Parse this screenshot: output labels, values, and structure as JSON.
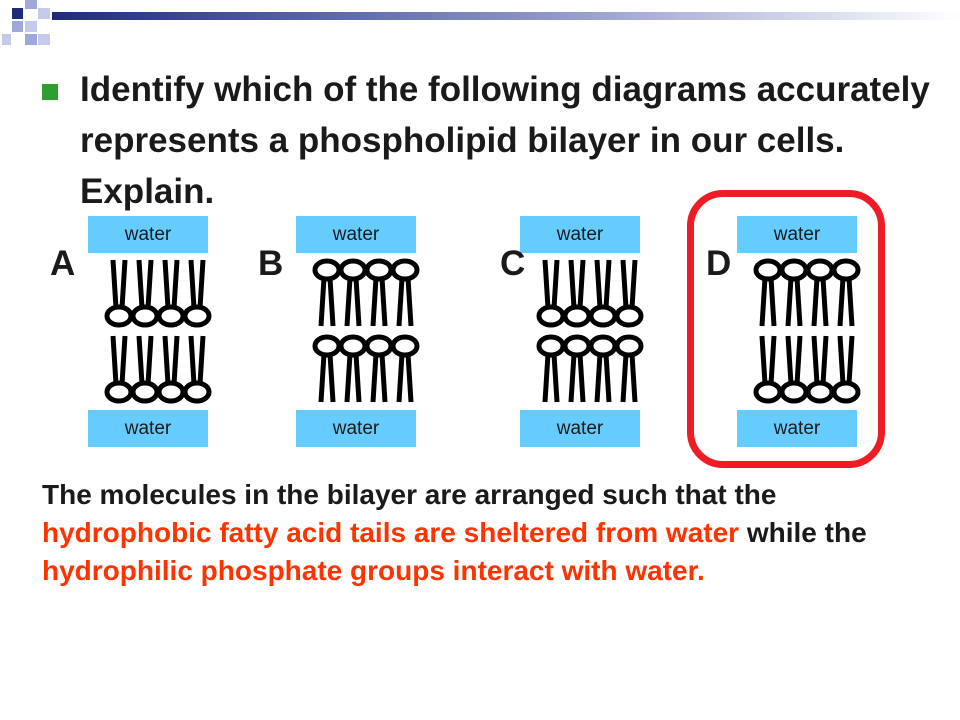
{
  "slide": {
    "question": "Identify which of the following diagrams accurately represents a phospholipid bilayer in our cells.  Explain.",
    "water_label": "water",
    "options": [
      {
        "letter": "A",
        "top_layer": "heads-down",
        "bottom_layer": "heads-down"
      },
      {
        "letter": "B",
        "top_layer": "heads-up",
        "bottom_layer": "heads-up"
      },
      {
        "letter": "C",
        "top_layer": "heads-down",
        "bottom_layer": "heads-up"
      },
      {
        "letter": "D",
        "top_layer": "heads-up",
        "bottom_layer": "heads-down"
      }
    ],
    "correct_option": "D",
    "explanation": {
      "p1": "The molecules in the bilayer are arranged such that the ",
      "p2": "hydrophobic  fatty acid tails are sheltered from water",
      "p3": " while the ",
      "p4": "h",
      "p5": "ydrophilic phosphate groups interact with water."
    }
  },
  "colors": {
    "water_box": "#66ccff",
    "highlight": "#ee1c24",
    "emphasis_text": "#ff3300",
    "corner_dark": "#1f2a7a",
    "corner_light": "#9fa8d8"
  }
}
